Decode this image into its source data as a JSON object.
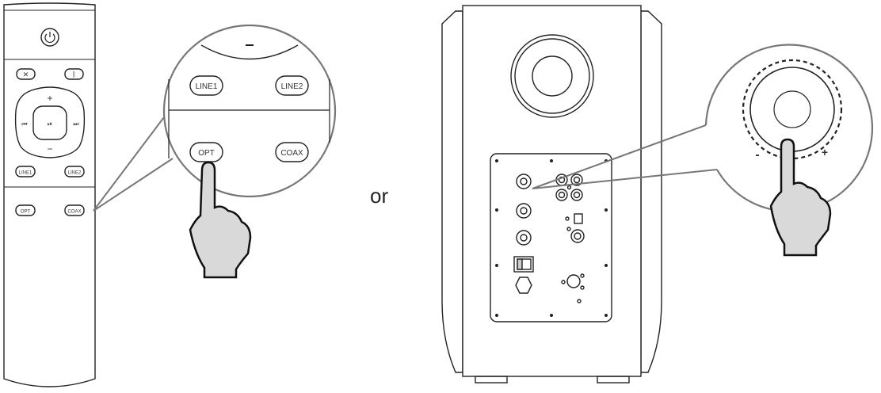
{
  "remote": {
    "buttons": {
      "power": "power-icon",
      "mute": "mute-icon",
      "bluetooth": "bluetooth-icon",
      "vol_up": "+",
      "vol_down": "−",
      "prev": "⏮",
      "play_pause": "⏯",
      "next": "⏭",
      "line1": "LINE1",
      "line2": "LINE2",
      "opt": "OPT",
      "coax": "COAX"
    }
  },
  "callout_remote": {
    "minus": "−",
    "line1": "LINE1",
    "line2": "LINE2",
    "opt": "OPT",
    "coax": "COAX"
  },
  "separator_text": "or",
  "callout_knob": {
    "minus": "-",
    "plus": "+"
  },
  "colors": {
    "line": "#222222",
    "callout": "#777777",
    "hand_fill": "#d9d9d9"
  }
}
